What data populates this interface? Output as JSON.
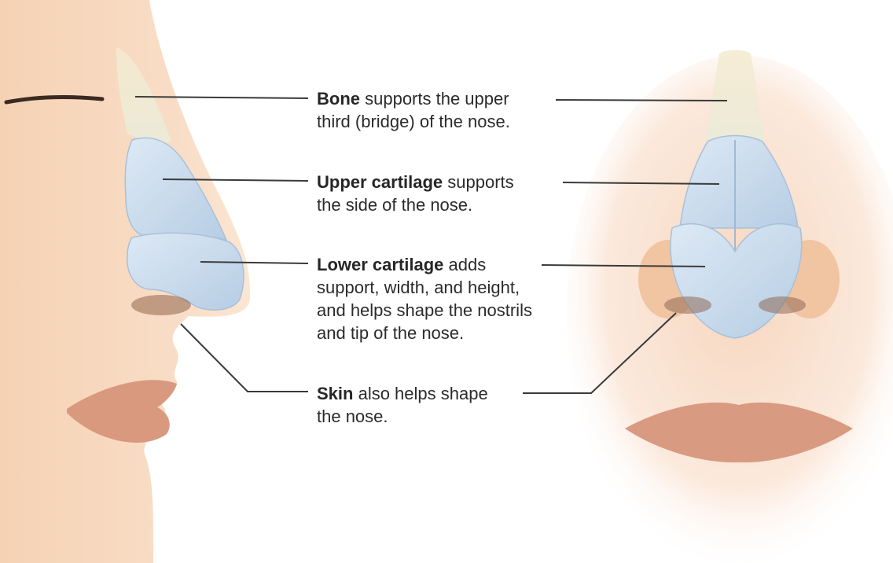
{
  "labels": {
    "bone": {
      "term": "Bone",
      "line1": " supports the upper",
      "line2": "third (bridge) of the nose."
    },
    "upper_cartilage": {
      "term": "Upper cartilage",
      "line1": " supports",
      "line2": "the side of the nose."
    },
    "lower_cartilage": {
      "term": "Lower cartilage",
      "line1": " adds",
      "line2": "support, width, and height,",
      "line3": "and helps shape the nostrils",
      "line4": "and tip of the nose."
    },
    "skin": {
      "term": "Skin",
      "line1": " also helps shape",
      "line2": "the nose."
    }
  },
  "colors": {
    "skin": "#f6d9bf",
    "skin_shadow": "#e8b88f",
    "bone": "#fbe7b8",
    "cartilage": "#c9dcee",
    "cartilage_edge": "#9fbad6",
    "lips": "#d99a82",
    "leader_line": "#3a3a3a"
  }
}
